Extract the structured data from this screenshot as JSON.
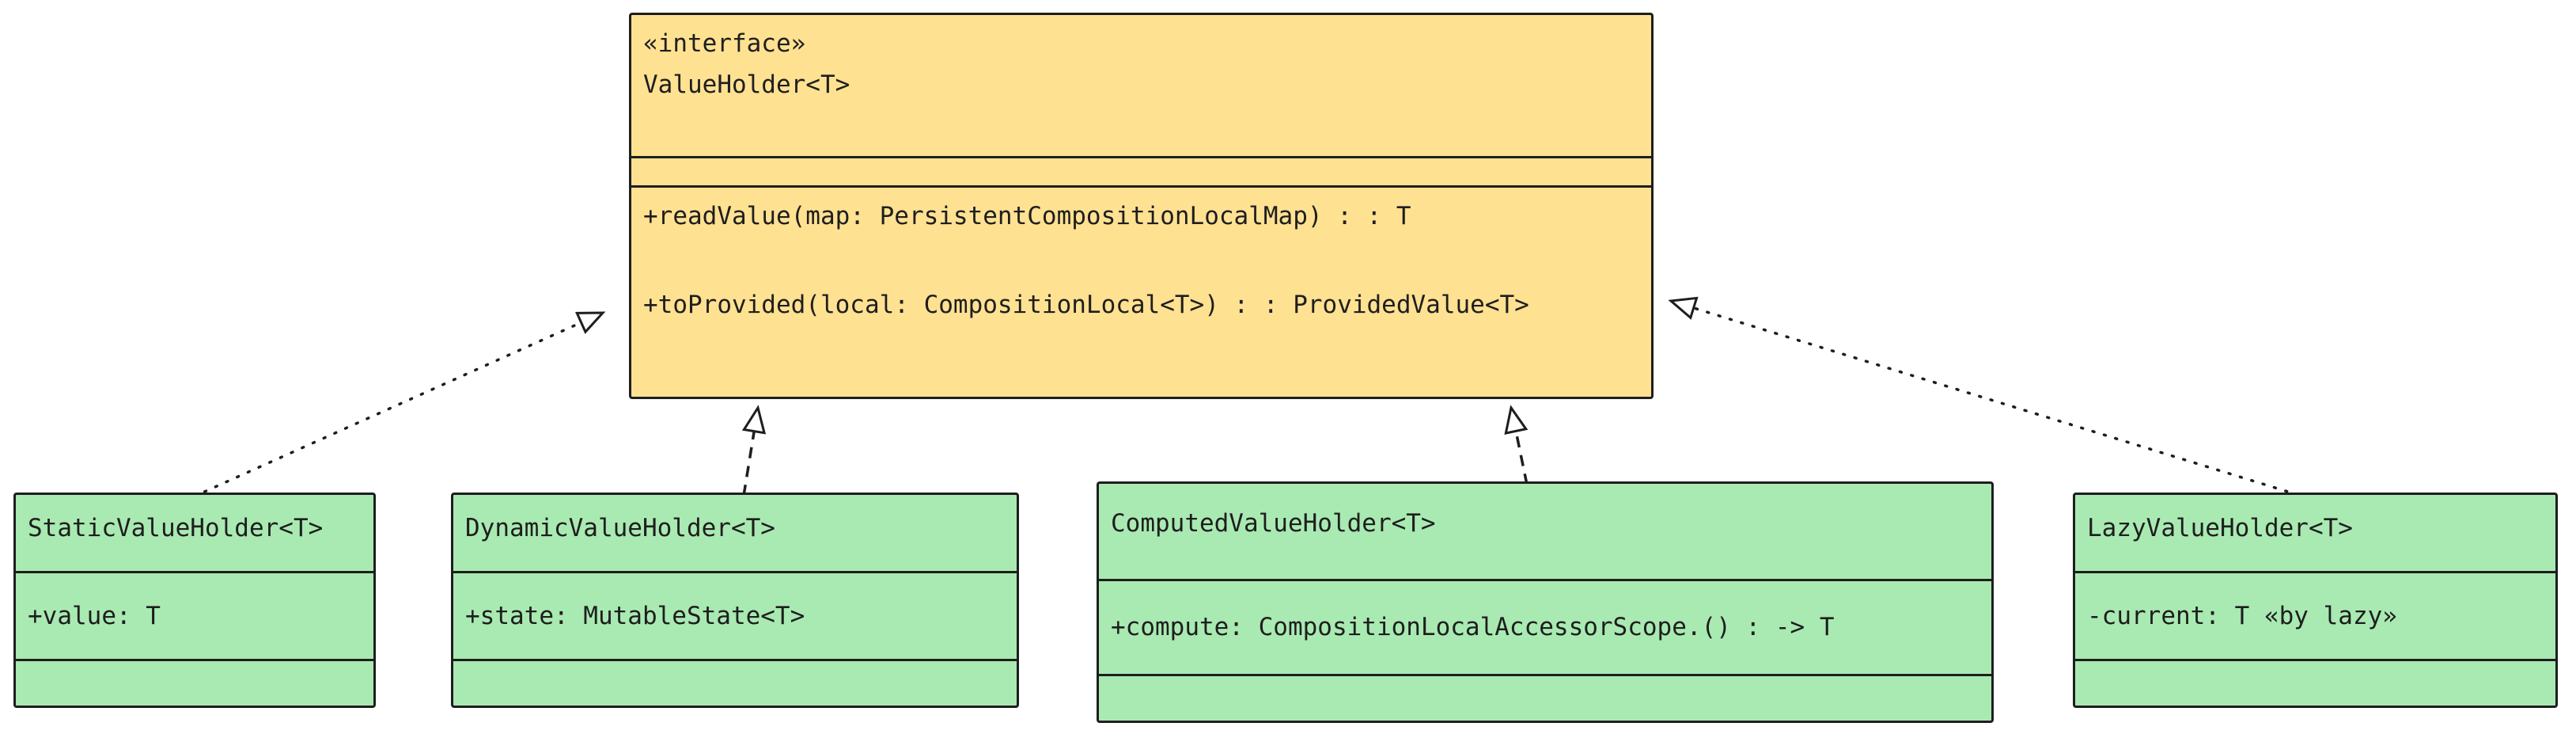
{
  "diagram": {
    "interface": {
      "stereotype": "«interface»",
      "name": "ValueHolder<T>",
      "methods": [
        "+readValue(map: PersistentCompositionLocalMap) : : T",
        "+toProvided(local: CompositionLocal<T>) : : ProvidedValue<T>"
      ]
    },
    "classes": [
      {
        "name": "StaticValueHolder<T>",
        "members": [
          "+value: T"
        ]
      },
      {
        "name": "DynamicValueHolder<T>",
        "members": [
          "+state: MutableState<T>"
        ]
      },
      {
        "name": "ComputedValueHolder<T>",
        "members": [
          "+compute: CompositionLocalAccessorScope.() : -> T"
        ]
      },
      {
        "name": "LazyValueHolder<T>",
        "members": [
          "-current: T «by lazy»"
        ]
      }
    ],
    "relation": "realization",
    "colors": {
      "interface_fill": "#ffe192",
      "class_fill": "#a9eab2",
      "stroke": "#1e1e1e",
      "background": "#ffffff"
    }
  }
}
